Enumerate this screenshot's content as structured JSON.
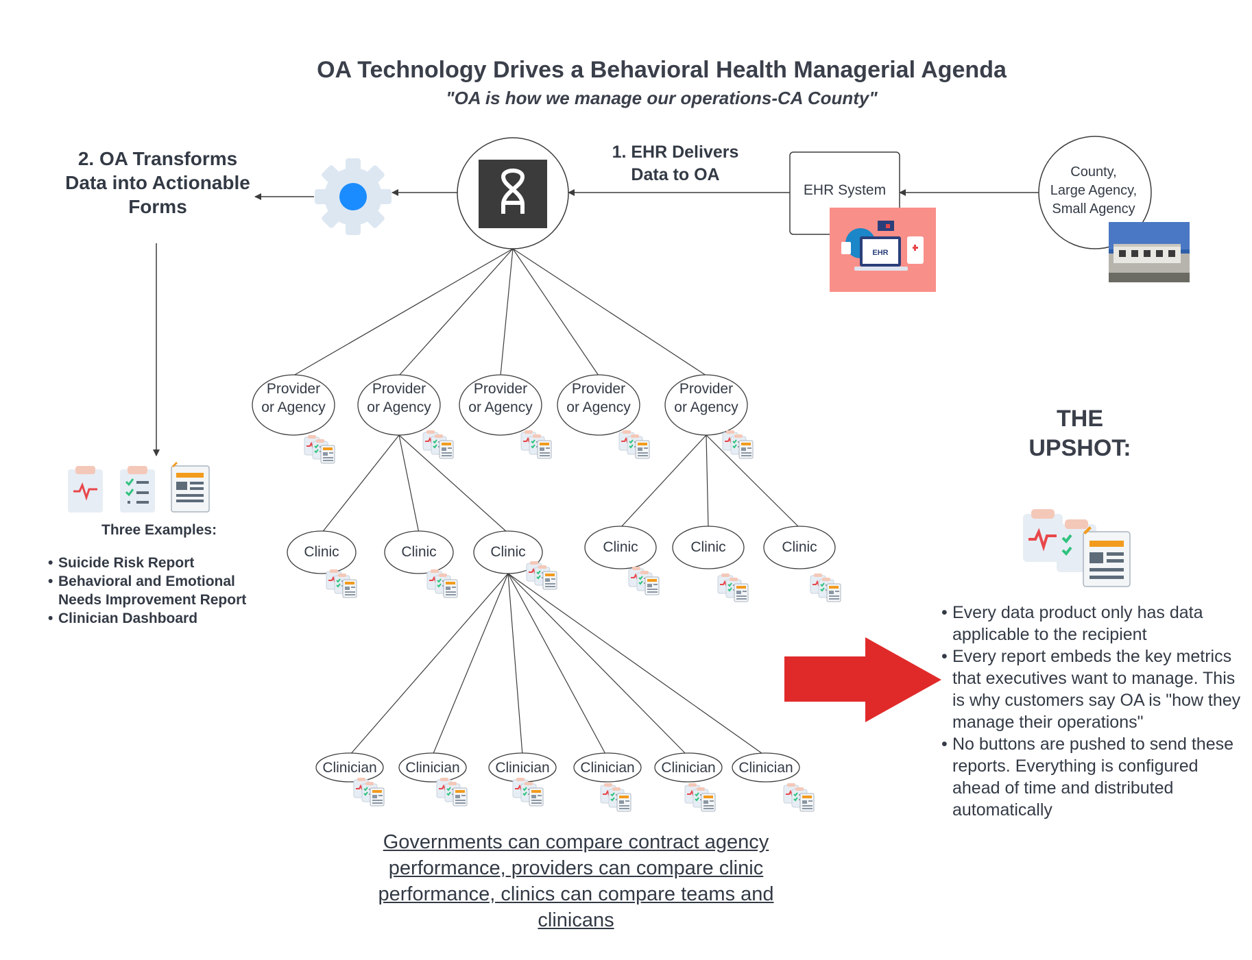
{
  "header": {
    "title": "OA Technology Drives a Behavioral Health Managerial Agenda",
    "subtitle": "\"OA is how we manage our operations-CA County\""
  },
  "flow": {
    "step1_line1": "1. EHR Delivers",
    "step1_line2": "Data to OA",
    "step2": "2. OA Transforms Data into Actionable Forms",
    "ehr_box_label": "EHR System",
    "ehr_badge": "EHR",
    "county_line1": "County,",
    "county_line2": "Large Agency,",
    "county_line3": "Small Agency"
  },
  "hierarchy": {
    "provider_line1": "Provider",
    "provider_line2": "or Agency",
    "clinic": "Clinic",
    "clinician": "Clinician"
  },
  "examples": {
    "heading": "Three Examples:",
    "items": [
      "Suicide Risk  Report",
      "Behavioral and Emotional",
      "Needs Improvement Report",
      "Clinician Dashboard"
    ]
  },
  "upshot": {
    "heading": "THE UPSHOT:",
    "bullets": [
      "Every data product only has data applicable to the recipient",
      "Every report embeds the key metrics that executives want to manage.  This is why customers say OA is \"how they manage their operations\"",
      "No buttons are pushed to send these reports.  Everything is configured ahead of time and distributed automatically"
    ]
  },
  "bottom_note": "Governments can compare contract agency performance, providers can compare clinic performance, clinics can compare teams and clinicans",
  "colors": {
    "text": "#333a45",
    "line": "#3c3c3c",
    "gear": "#dde7f2",
    "gear_center": "#1a8cff",
    "oa_logo_bg": "#3b3b3b",
    "ehr_image_bg": "#f98f89",
    "arrow_red": "#e02a2a",
    "report_red": "#e8474b",
    "report_green": "#2ec27e",
    "report_orange": "#f29b1d"
  },
  "icons": [
    "gear-icon",
    "oa-logo-icon",
    "ehr-illustration-icon",
    "building-photo-icon",
    "report-stack-icon",
    "big-red-arrow-icon",
    "suicide-risk-report-icon",
    "needs-report-icon",
    "clinician-dashboard-icon"
  ]
}
